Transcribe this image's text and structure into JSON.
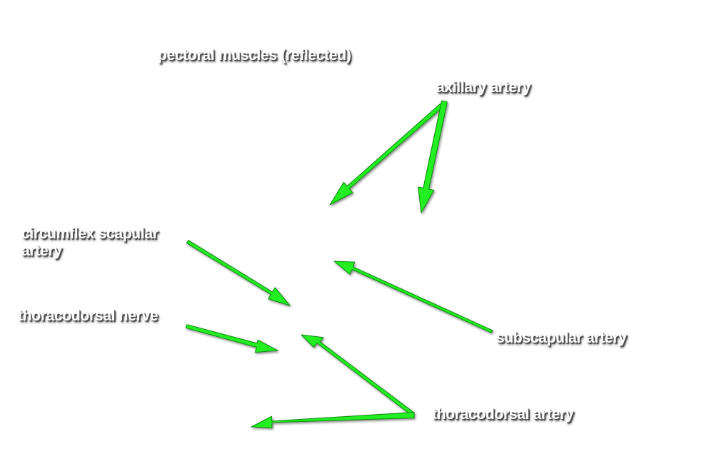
{
  "labels": {
    "pectoral_muscles": "pectoral muscles (reflected)",
    "axillary_artery": "axillary artery",
    "circumflex_scapular_line1": "circumflex scapular",
    "circumflex_scapular_line2": "artery",
    "thoracodorsal_nerve": "thoracodorsal nerve",
    "subscapular_artery": "subscapular artery",
    "thoracodorsal_artery": "thoracodorsal artery"
  },
  "colors": {
    "arrow": "#22ee22",
    "arrow_outline": "#0a8a0a",
    "label_text": "#ffffff"
  },
  "icons": {
    "pointer": "arrow-icon"
  }
}
